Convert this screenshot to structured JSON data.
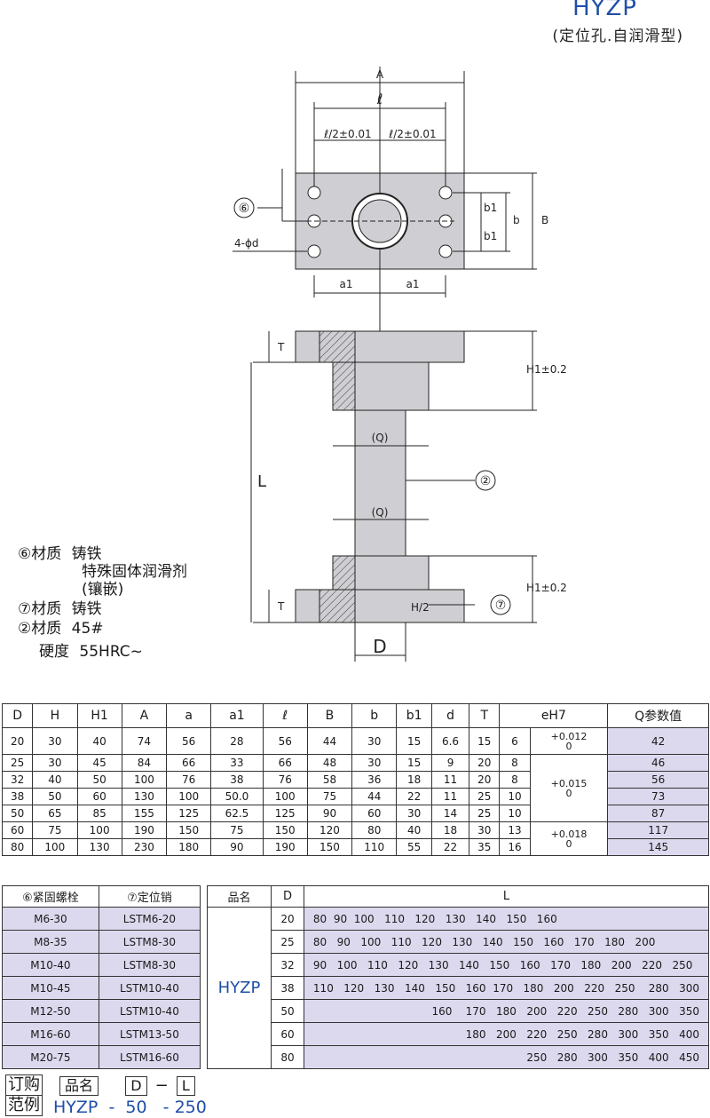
{
  "header": {
    "title": "HYZP",
    "subtitle": "(定位孔.自润滑型)"
  },
  "drawing": {
    "dim_A": "A",
    "dim_l": "ℓ",
    "dim_lhalf": "ℓ/2±0.01",
    "dim_b1": "b1",
    "dim_b": "b",
    "dim_B": "B",
    "dim_a1": "a1",
    "dim_4d": "4-ϕd",
    "dim_T": "T",
    "dim_H1": "H1±0.2",
    "dim_L": "L",
    "dim_Q": "(Q)",
    "dim_H2": "H/2",
    "dim_D": "D",
    "callout_6": "⑥",
    "callout_2": "②",
    "callout_7": "⑦"
  },
  "materials": {
    "m6_label": "⑥材质",
    "m6_value1": "铸铁",
    "m6_value2": "特殊固体润滑剂",
    "m6_value3": "(镶嵌)",
    "m7_label": "⑦材质",
    "m7_value": "铸铁",
    "m2_label": "②材质",
    "m2_value": "45#",
    "hard_label": "硬度",
    "hard_value": "55HRC~"
  },
  "spec_table": {
    "headers": [
      "D",
      "H",
      "H1",
      "A",
      "a",
      "a1",
      "ℓ",
      "B",
      "b",
      "b1",
      "d",
      "T",
      "eH7",
      "Q参数值"
    ],
    "rows": [
      [
        "20",
        "30",
        "40",
        "74",
        "56",
        "28",
        "56",
        "44",
        "30",
        "15",
        "6.6",
        "15",
        "6",
        "+0.012\n0",
        "42"
      ],
      [
        "25",
        "30",
        "45",
        "84",
        "66",
        "33",
        "66",
        "48",
        "30",
        "15",
        "9",
        "20",
        "8",
        "",
        "46"
      ],
      [
        "32",
        "40",
        "50",
        "100",
        "76",
        "38",
        "76",
        "58",
        "36",
        "18",
        "11",
        "20",
        "8",
        "+0.015\n0",
        "56"
      ],
      [
        "38",
        "50",
        "60",
        "130",
        "100",
        "50.0",
        "100",
        "75",
        "44",
        "22",
        "11",
        "25",
        "10",
        "",
        "73"
      ],
      [
        "50",
        "65",
        "85",
        "155",
        "125",
        "62.5",
        "125",
        "90",
        "60",
        "30",
        "14",
        "25",
        "10",
        "",
        "87"
      ],
      [
        "60",
        "75",
        "100",
        "190",
        "150",
        "75",
        "150",
        "120",
        "80",
        "40",
        "18",
        "30",
        "13",
        "+0.018\n0",
        "117"
      ],
      [
        "80",
        "100",
        "130",
        "230",
        "180",
        "90",
        "190",
        "150",
        "110",
        "55",
        "22",
        "35",
        "16",
        "",
        "145"
      ]
    ]
  },
  "parts_table": {
    "headers": [
      "⑥紧固螺栓",
      "⑦定位销"
    ],
    "rows": [
      [
        "M6-30",
        "LSTM6-20"
      ],
      [
        "M8-35",
        "LSTM8-30"
      ],
      [
        "M10-40",
        "LSTM8-30"
      ],
      [
        "M10-45",
        "LSTM10-40"
      ],
      [
        "M12-50",
        "LSTM10-40"
      ],
      [
        "M16-60",
        "LSTM13-50"
      ],
      [
        "M20-75",
        "LSTM16-60"
      ]
    ]
  },
  "length_table": {
    "headers": [
      "品名",
      "D",
      "L"
    ],
    "name": "HYZP",
    "rows": [
      {
        "D": "20",
        "L": "80  90  100   110   120   130   140   150   160"
      },
      {
        "D": "25",
        "L": "80   90   100   110   120   130   140   150   160   170   180   200"
      },
      {
        "D": "32",
        "L": "90   100   110   120   130   140   150   160   170   180   200   220   250"
      },
      {
        "D": "38",
        "L": "110   120   130   140   150   160  170   180   200   220   250    280   300"
      },
      {
        "D": "50",
        "L": "160    170   180   200   220   250   280   300   350"
      },
      {
        "D": "60",
        "L": "180   200   220   250   280   300   350   400"
      },
      {
        "D": "80",
        "L": "250   280   300   350   400   450"
      }
    ]
  },
  "order": {
    "label1": "订购",
    "label2": "范例",
    "box1": "品名",
    "box2": "D",
    "dash": "−",
    "box3": "L",
    "example": "HYZP  -  50   - 250"
  }
}
